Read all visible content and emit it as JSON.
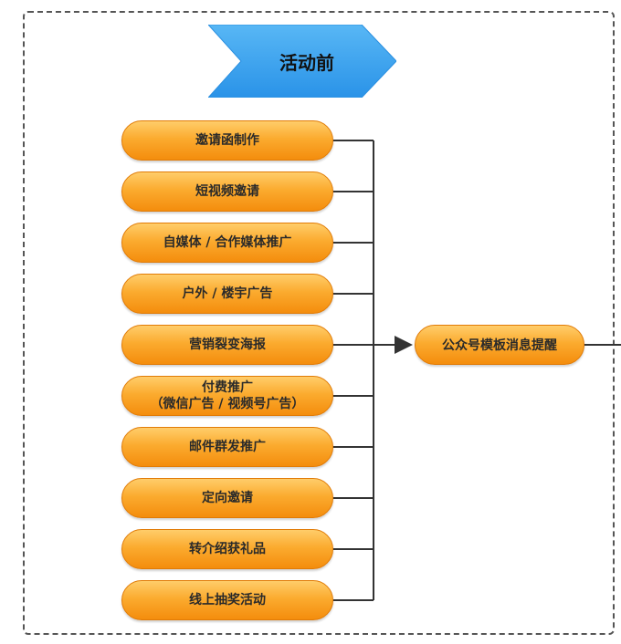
{
  "header": {
    "title": "活动前"
  },
  "sources": [
    {
      "label": "邀请函制作"
    },
    {
      "label": "短视频邀请"
    },
    {
      "label": "自媒体 / 合作媒体推广"
    },
    {
      "label": "户外 / 楼宇广告"
    },
    {
      "label": "营销裂变海报"
    },
    {
      "label": "付费推广",
      "sub": "（微信广告 / 视频号广告）"
    },
    {
      "label": "邮件群发推广"
    },
    {
      "label": "定向邀请"
    },
    {
      "label": "转介绍获礼品"
    },
    {
      "label": "线上抽奖活动"
    }
  ],
  "target": {
    "label": "公众号模板消息提醒"
  },
  "colors": {
    "pill_top": "#ffcd6a",
    "pill_bottom": "#f48d0d",
    "header_blue": "#3aa3f0",
    "line": "#333333"
  }
}
